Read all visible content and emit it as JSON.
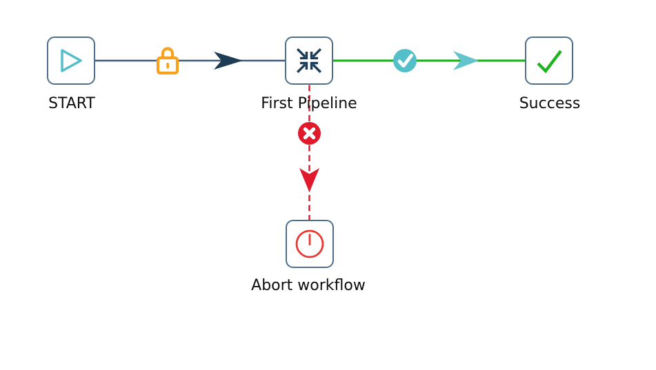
{
  "diagram": {
    "type": "workflow",
    "background": "#ffffff",
    "nodes": [
      {
        "id": "start",
        "label": "START",
        "icon": "play-icon",
        "shape": "rounded-square"
      },
      {
        "id": "first-pipeline",
        "label": "First Pipeline",
        "icon": "converge-arrows-icon",
        "shape": "rounded-square"
      },
      {
        "id": "success",
        "label": "Success",
        "icon": "check-icon",
        "shape": "rounded-square"
      },
      {
        "id": "abort-workflow",
        "label": "Abort workflow",
        "icon": "stop-icon",
        "shape": "rounded-square"
      }
    ],
    "edges": [
      {
        "from": "START",
        "to": "First Pipeline",
        "style": "solid",
        "color": "#3f5a75",
        "badge": "lock-icon",
        "badge_color": "#f8a11d",
        "arrow_color": "#1d3c55"
      },
      {
        "from": "First Pipeline",
        "to": "Success",
        "style": "solid",
        "color": "#12b212",
        "badge": "check-circle-icon",
        "badge_color": "#54bec9",
        "arrow_color": "#65c3cd"
      },
      {
        "from": "First Pipeline",
        "to": "Abort workflow",
        "style": "dashed",
        "color": "#e11a2b",
        "badge": "error-circle-icon",
        "badge_color": "#e11a2b",
        "arrow_color": "#e11a2b"
      }
    ],
    "colors": {
      "node_border": "#4d6d8b",
      "play_teal": "#54bec9",
      "navy": "#1d3c55",
      "lock_orange": "#f8a11d",
      "success_green": "#12b212",
      "check_green": "#1eb41e",
      "error_red": "#e11a2b",
      "abort_red": "#e8372e",
      "label_color": "#0d0d0d"
    }
  }
}
